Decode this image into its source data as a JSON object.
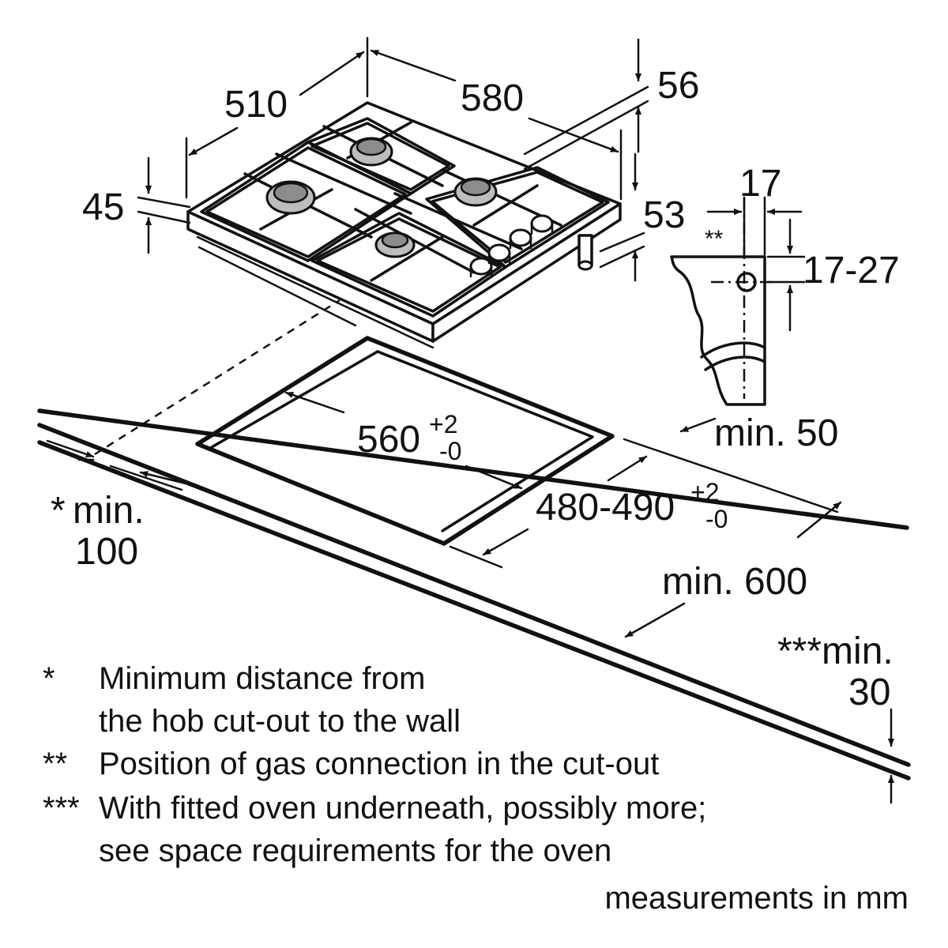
{
  "hob": {
    "width": "510",
    "depth": "580",
    "height_front": "45",
    "height_rear": "56",
    "height_below": "53"
  },
  "gas_connection": {
    "width": "17",
    "marker": "**",
    "range": "17-27"
  },
  "cutout": {
    "width": "560",
    "width_tol_plus": "+2",
    "width_tol_minus": "-0",
    "depth": "480-490",
    "depth_tol_plus": "+2",
    "depth_tol_minus": "-0"
  },
  "clearances": {
    "rear": "min. 50",
    "worktop_depth": "min. 600",
    "wall_marker": "*",
    "wall_line1": "min.",
    "wall_line2": "100",
    "below_line1": "***min.",
    "below_line2": "30"
  },
  "footnotes": [
    {
      "marker": "*",
      "lines": [
        "Minimum distance from",
        "the hob cut-out to the wall"
      ]
    },
    {
      "marker": "**",
      "lines": [
        "Position of gas connection in the cut-out"
      ]
    },
    {
      "marker": "***",
      "lines": [
        "With fitted oven underneath, possibly more;",
        "see space requirements for the oven"
      ]
    }
  ],
  "units_note": "measurements in mm",
  "colors": {
    "line": "#111111",
    "burner": "#bdbdbd",
    "background": "#ffffff"
  }
}
